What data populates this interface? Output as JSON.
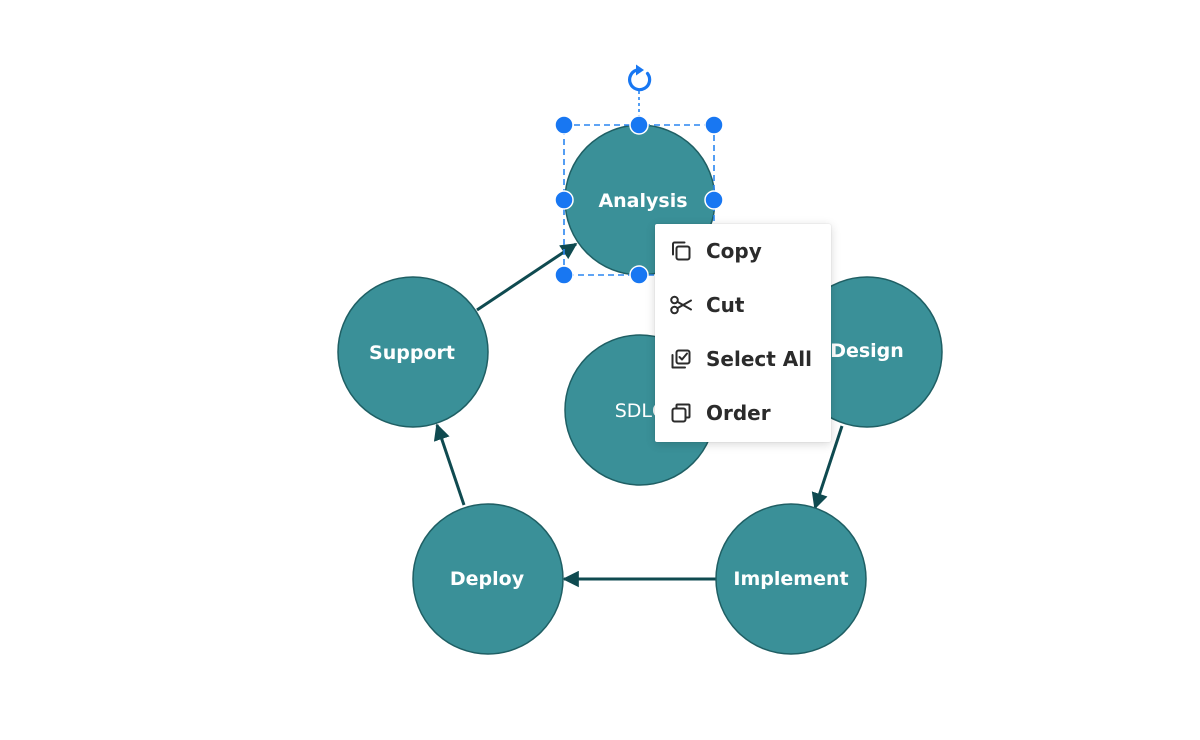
{
  "diagram": {
    "nodes": {
      "analysis": "Analysis",
      "design": "Design",
      "implement": "Implement",
      "deploy": "Deploy",
      "support": "Support",
      "center": "SDLC"
    },
    "colors": {
      "node_fill": "#3a9098",
      "connector": "#0f4a50",
      "selection": "#1877f2"
    }
  },
  "context_menu": {
    "items": [
      {
        "label": "Copy",
        "icon": "copy-icon"
      },
      {
        "label": "Cut",
        "icon": "scissors-icon"
      },
      {
        "label": "Select All",
        "icon": "select-all-icon"
      },
      {
        "label": "Order",
        "icon": "order-icon"
      }
    ]
  }
}
